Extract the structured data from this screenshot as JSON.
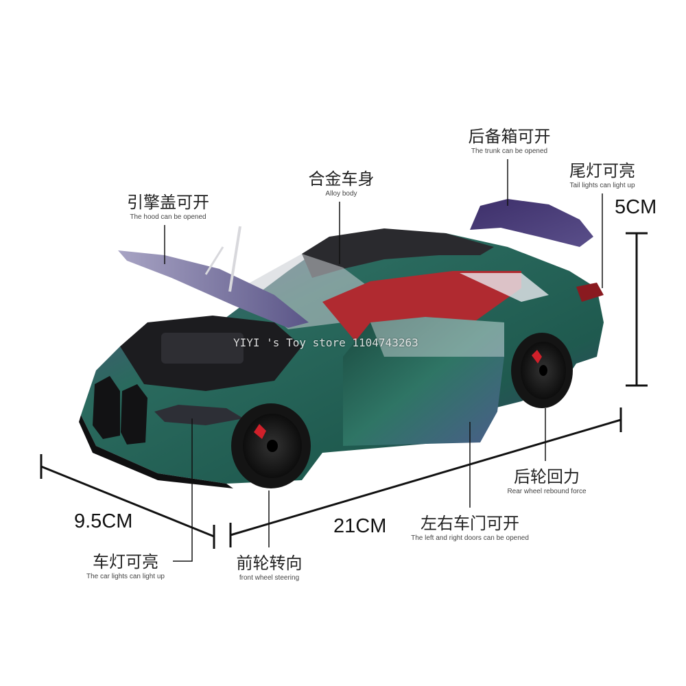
{
  "colors": {
    "paint_green": "#1f5a4f",
    "paint_purple": "#4a3a6e",
    "roof": "#2a2a2e",
    "interior_red": "#b02a30",
    "caliper_red": "#d0202a",
    "tire": "#141414"
  },
  "labels": {
    "hood": {
      "cn": "引擎盖可开",
      "en": "The hood can be opened"
    },
    "body": {
      "cn": "合金车身",
      "en": "Alloy body"
    },
    "trunk": {
      "cn": "后备箱可开",
      "en": "The trunk can be opened"
    },
    "taillights": {
      "cn": "尾灯可亮",
      "en": "Tail lights can light up"
    },
    "rear_wheel": {
      "cn": "后轮回力",
      "en": "Rear wheel rebound force"
    },
    "doors": {
      "cn": "左右车门可开",
      "en": "The left and right doors can be opened"
    },
    "front_wheel": {
      "cn": "前轮转向",
      "en": "front wheel steering"
    },
    "headlights": {
      "cn": "车灯可亮",
      "en": "The car lights can light up"
    }
  },
  "dimensions": {
    "height": "5CM",
    "width": "9.5CM",
    "length": "21CM"
  },
  "watermark": "YIYI 's Toy store 1104743263"
}
